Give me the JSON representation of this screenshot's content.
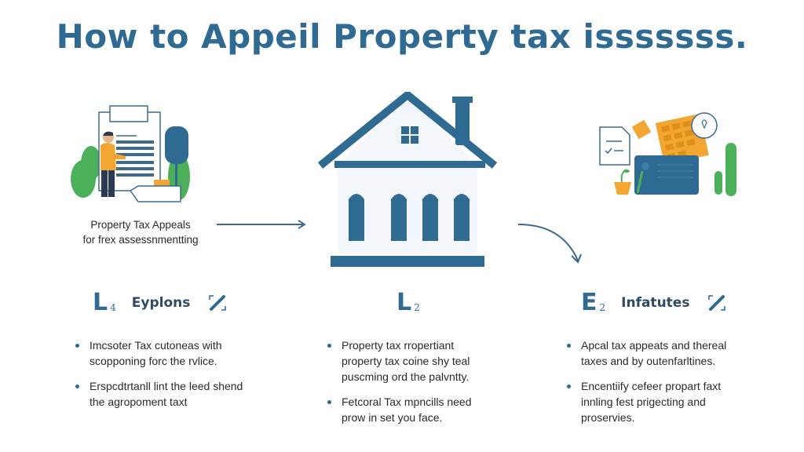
{
  "title": "How to Appeil Property tax isssssss.",
  "colors": {
    "primary_blue": "#2f6a93",
    "dark_text": "#2a2a2a",
    "accent_orange": "#f2a531",
    "accent_green": "#4caf5a",
    "house_fill": "#f3f6fa"
  },
  "left_panel": {
    "illustration": "person-with-document-icon",
    "caption_line1": "Property Tax Appeals",
    "caption_line2": "for frex assessnmentting"
  },
  "center_panel": {
    "illustration": "house-icon"
  },
  "right_panel": {
    "illustration": "documents-calendar-clock-chart-icon"
  },
  "steps": [
    {
      "letter": "L",
      "sub": "4",
      "name": "Eyplons",
      "icon": "edit-pen-icon",
      "bullets": [
        "Imcsoter Tax cutoneas with scopponing forc the rvlice.",
        "Erspcdtrtanll lint the leed shend the agropoment taxt"
      ]
    },
    {
      "letter": "L",
      "sub": "2",
      "name": "",
      "icon": "",
      "bullets": [
        "Property tax rropertiant property tax coine shy teal puscming ord the palvntty.",
        "Fetcoral Tax mpncills need prow in set you face."
      ]
    },
    {
      "letter": "E",
      "sub": "2",
      "name": "Infatutes",
      "icon": "edit-pen-icon",
      "bullets": [
        "Apcal tax appeats and thereal taxes and by outenfarltines.",
        "Encentiify cefeer propart faxt innling fest prigecting and proservies."
      ]
    }
  ]
}
